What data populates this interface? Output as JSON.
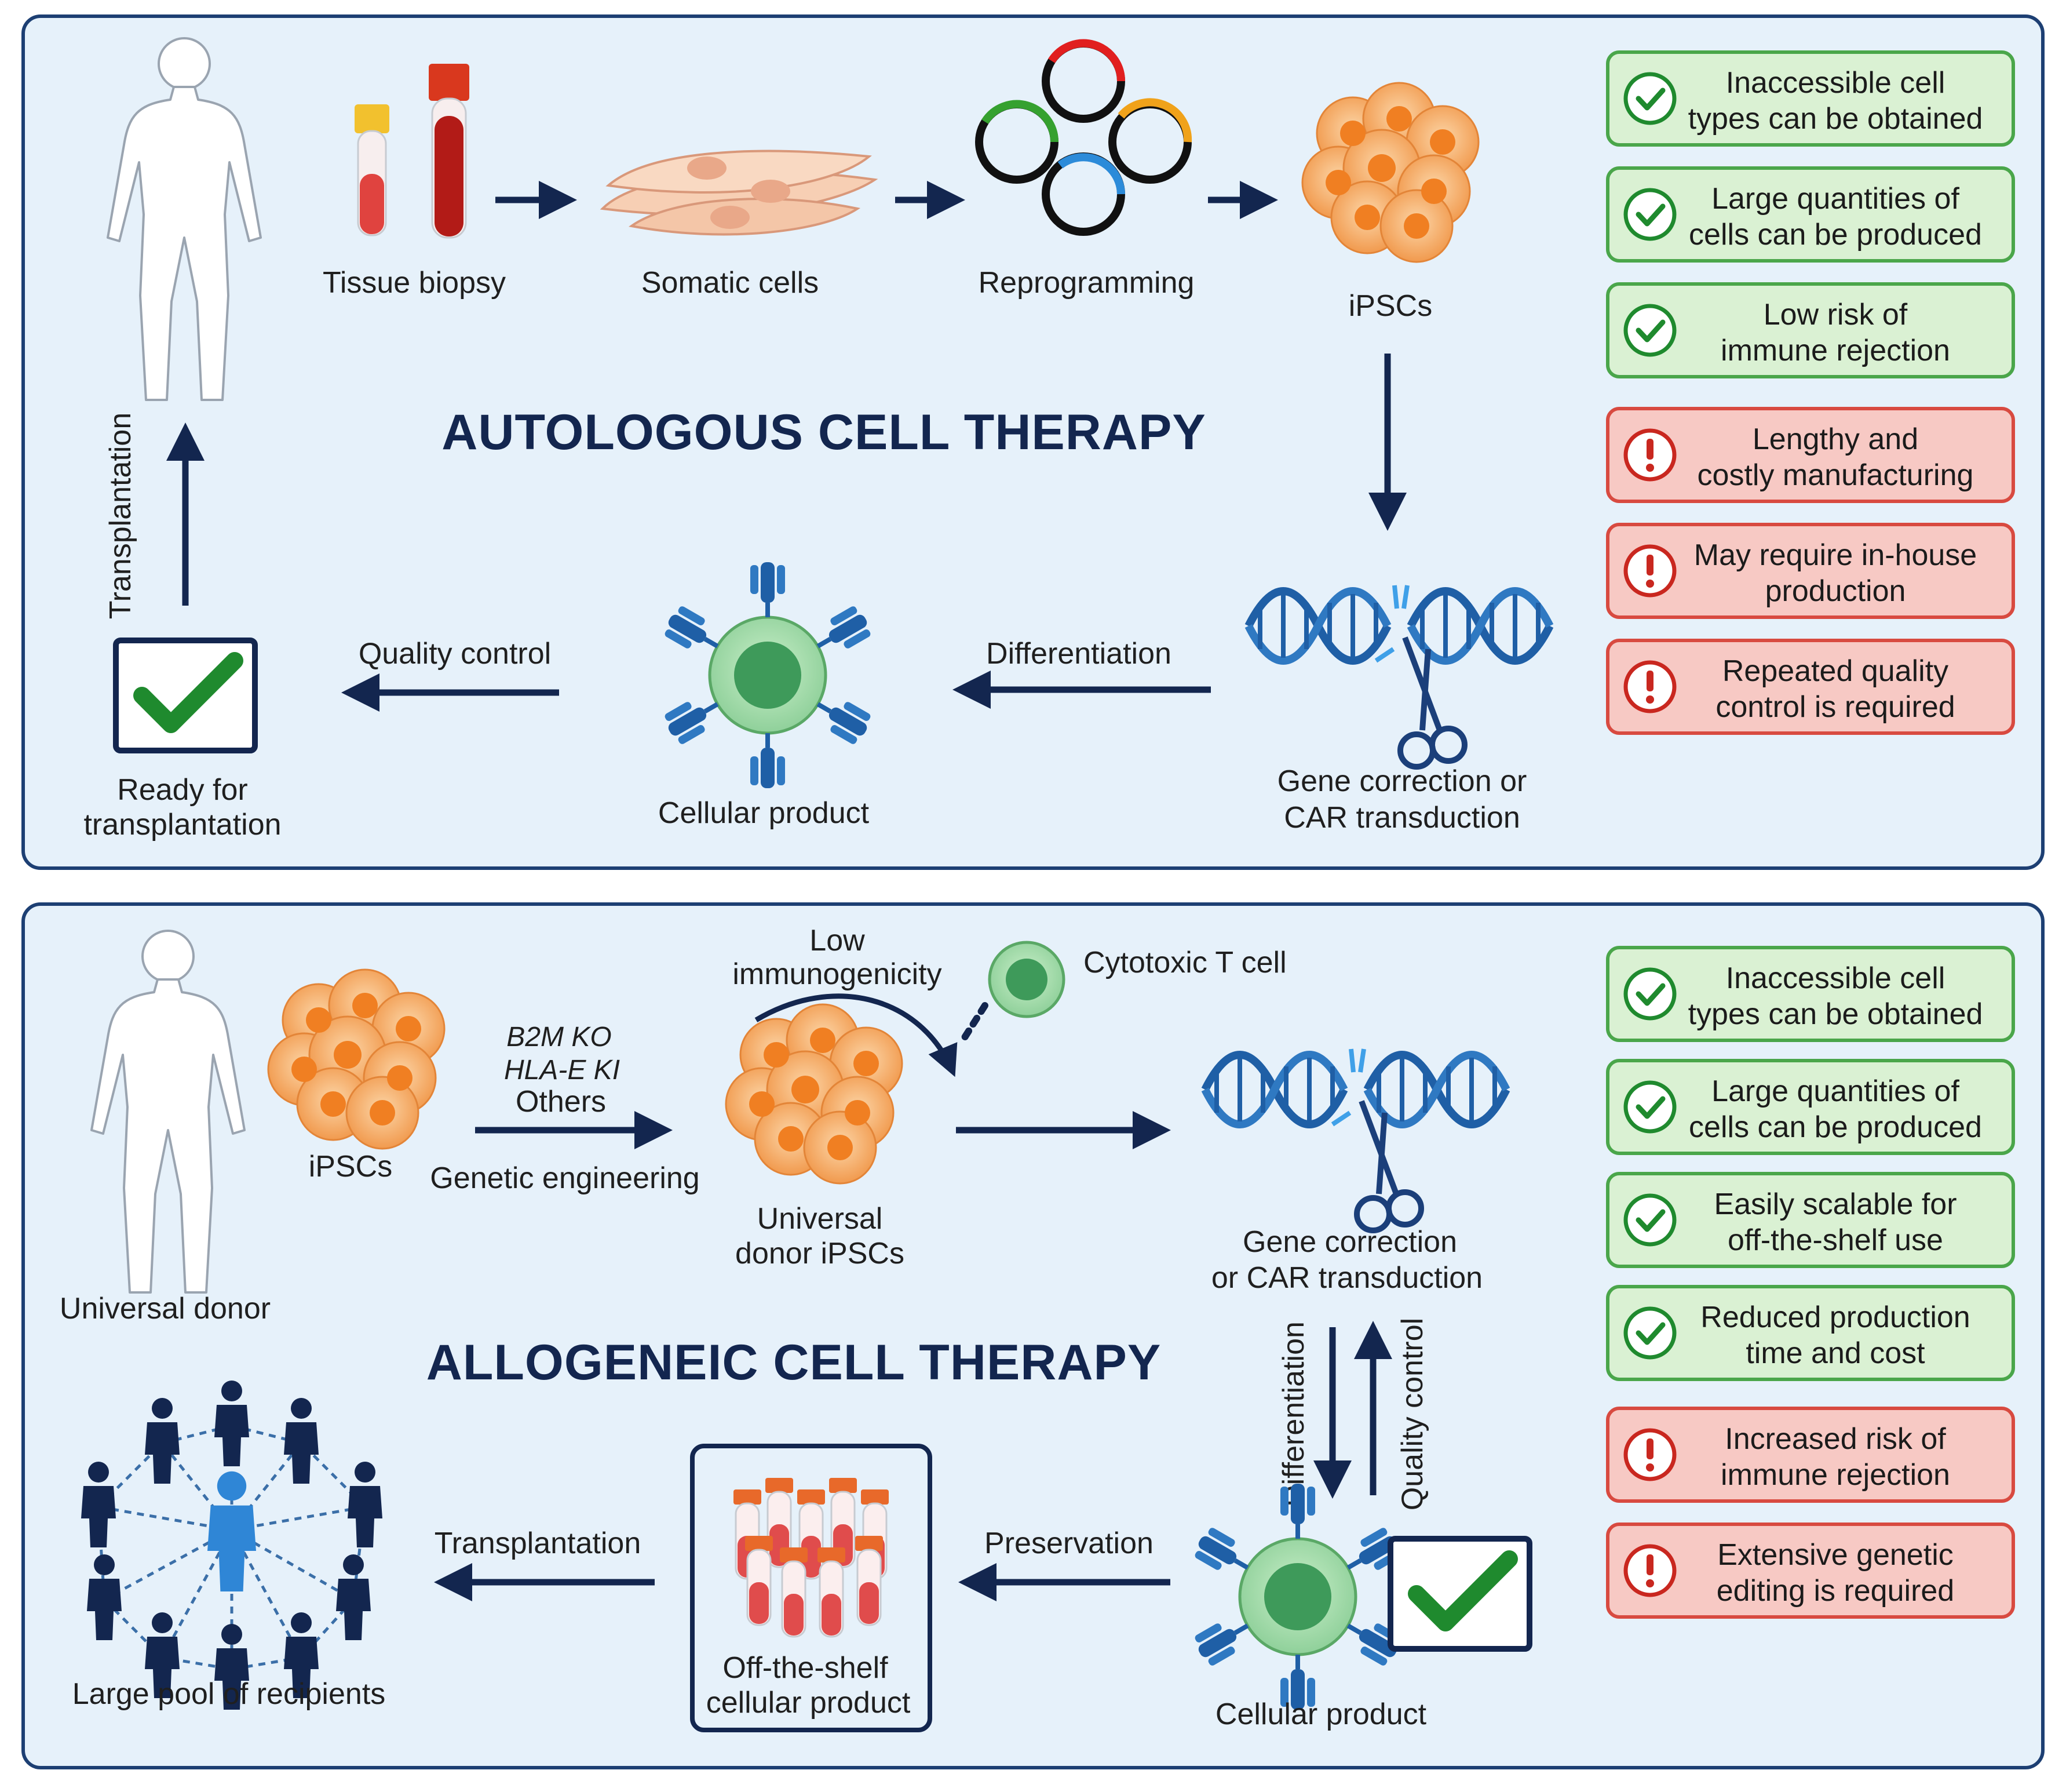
{
  "autologous": {
    "title": "AUTOLOGOUS CELL THERAPY",
    "steps": {
      "tissue_biopsy": "Tissue biopsy",
      "somatic_cells": "Somatic cells",
      "reprogramming": "Reprogramming",
      "ipscs": "iPSCs",
      "gene_correction_line1": "Gene correction or",
      "gene_correction_line2": "CAR transduction",
      "differentiation": "Differentiation",
      "cellular_product": "Cellular product",
      "quality_control": "Quality control",
      "ready_line1": "Ready for",
      "ready_line2": "transplantation",
      "transplantation": "Transplantation"
    },
    "pros": [
      {
        "line1": "Inaccessible cell",
        "line2": "types can be obtained"
      },
      {
        "line1": "Large quantities of",
        "line2": "cells can be produced"
      },
      {
        "line1": "Low risk of",
        "line2": "immune rejection"
      }
    ],
    "cons": [
      {
        "line1": "Lengthy and",
        "line2": "costly manufacturing"
      },
      {
        "line1": "May require in-house",
        "line2": "production"
      },
      {
        "line1": "Repeated quality",
        "line2": "control is required"
      }
    ]
  },
  "allogeneic": {
    "title": "ALLOGENEIC CELL THERAPY",
    "steps": {
      "universal_donor": "Universal donor",
      "ipscs": "iPSCs",
      "edit1": "B2M KO",
      "edit2": "HLA-E KI",
      "edit3": "Others",
      "genetic_engineering": "Genetic engineering",
      "low_immuno_line1": "Low",
      "low_immuno_line2": "immunogenicity",
      "cytotoxic_t_cell": "Cytotoxic T cell",
      "universal_ipscs_line1": "Universal",
      "universal_ipscs_line2": "donor iPSCs",
      "gene_correction_line1": "Gene correction",
      "gene_correction_line2": "or CAR transduction",
      "differentiation": "Differentiation",
      "quality_control": "Quality control",
      "cellular_product": "Cellular product",
      "preservation": "Preservation",
      "offshelf_line1": "Off-the-shelf",
      "offshelf_line2": "cellular product",
      "transplantation": "Transplantation",
      "recipients": "Large pool of recipients"
    },
    "pros": [
      {
        "line1": "Inaccessible cell",
        "line2": "types can be obtained"
      },
      {
        "line1": "Large quantities of",
        "line2": "cells can be produced"
      },
      {
        "line1": "Easily scalable for",
        "line2": "off-the-shelf use"
      },
      {
        "line1": "Reduced production",
        "line2": "time and cost"
      }
    ],
    "cons": [
      {
        "line1": "Increased risk of",
        "line2": "immune rejection"
      },
      {
        "line1": "Extensive genetic",
        "line2": "editing is required"
      }
    ]
  },
  "colors": {
    "panel_bg": "#e6f1fa",
    "panel_border": "#1d3f73",
    "arrow": "#13264f",
    "pro_fill": "#daf1d3",
    "pro_border": "#4aa64a",
    "con_fill": "#f7c9c4",
    "con_border": "#d84a40",
    "cell_orange": "#f5a45a",
    "dna_blue": "#1f5fa6",
    "check_green": "#1f8a2e"
  }
}
